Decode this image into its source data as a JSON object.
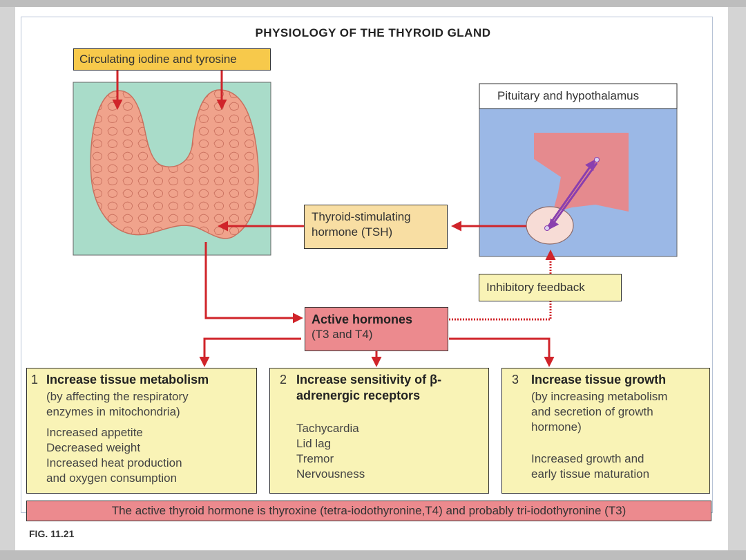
{
  "title": "PHYSIOLOGY OF THE THYROID GLAND",
  "input_label": "Circulating iodine and tyrosine",
  "pituitary_label": "Pituitary and hypothalamus",
  "tsh": {
    "line1": "Thyroid-stimulating",
    "line2": "hormone (TSH)"
  },
  "feedback": "Inhibitory feedback",
  "active": {
    "title": "Active hormones",
    "subtitle": "(T3 and T4)"
  },
  "effects": [
    {
      "number": "1",
      "title": "Increase tissue metabolism",
      "desc": [
        "(by affecting the respiratory",
        "enzymes in mitochondria)"
      ],
      "items": [
        "Increased appetite",
        "Decreased weight",
        "Increased heat production",
        "and oxygen consumption"
      ]
    },
    {
      "number": "2",
      "title_line1": "Increase sensitivity of β-",
      "title_line2": "adrenergic receptors",
      "items": [
        "Tachycardia",
        "Lid lag",
        "Tremor",
        "Nervousness"
      ]
    },
    {
      "number": "3",
      "title": "Increase tissue growth",
      "desc": [
        "(by increasing metabolism",
        "and secretion of growth",
        "hormone)"
      ],
      "items": [
        "Increased growth and",
        "early tissue maturation"
      ]
    }
  ],
  "footer": "The active thyroid hormone is thyroxine (tetra-iodothyronine,T4) and probably tri-iodothyronine (T3)",
  "figure_label": "FIG. 11.21",
  "colors": {
    "thyroid_bg": "#a9dcc9",
    "thyroid_tissue": "#f0a38c",
    "pituitary_bg": "#9bb8e6",
    "hypothalamus": "#e58a8e",
    "arrow": "#d0242a",
    "neural": "#8a3fae"
  }
}
